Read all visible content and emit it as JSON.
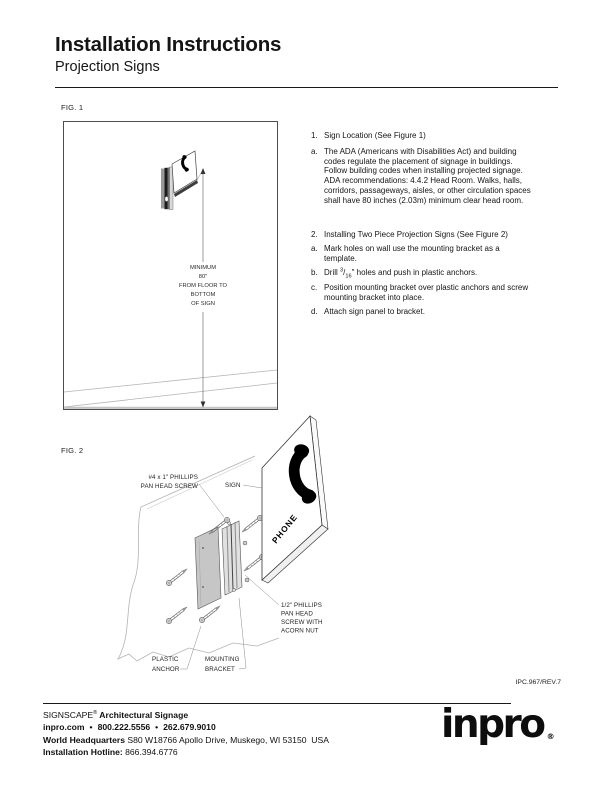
{
  "page": {
    "title": "Installation Instructions",
    "subtitle": "Projection Signs",
    "doc_code": "IPC.967/REV.7"
  },
  "fig1": {
    "label": "FIG. 1",
    "note_lines": [
      "MINIMUM",
      "80\"",
      "FROM FLOOR TO",
      "BOTTOM",
      "OF SIGN"
    ]
  },
  "fig2": {
    "label": "FIG. 2",
    "sign_text": "PHONE",
    "callouts": {
      "screw_top": [
        "#4 x 1\" PHILLIPS",
        "PAN HEAD SCREW"
      ],
      "sign": "SIGN",
      "screw_side": [
        "1/2\" PHILLIPS",
        "PAN HEAD",
        "SCREW WITH",
        "ACORN NUT"
      ],
      "anchor": [
        "PLASTIC",
        "ANCHOR"
      ],
      "bracket": [
        "MOUNTING",
        "BRACKET"
      ]
    }
  },
  "instructions": {
    "sections": [
      {
        "num": "1.",
        "title": "Sign Location (See Figure 1)",
        "items": [
          {
            "m": "a.",
            "text": "The ADA (Americans with Disabilities Act) and building\ncodes regulate the placement of signage in buildings.\nFollow building codes when installing projected signage.\nADA recommendations: 4.4.2 Head Room. Walks, halls,\ncorridors, passageways, aisles, or other circulation spaces\nshall have 80 inches (2.03m) minimum clear head room."
          }
        ]
      },
      {
        "num": "2.",
        "title": "Installing Two Piece Projection Signs (See Figure 2)",
        "items": [
          {
            "m": "a.",
            "text": "Mark holes on wall use the mounting bracket as a\ntemplate."
          },
          {
            "m": "b.",
            "pre": "Drill ",
            "frac_num": "3",
            "frac_slash": "/",
            "frac_den": "16",
            "post": "\" holes and push in plastic anchors."
          },
          {
            "m": "c.",
            "text": "Position mounting bracket over plastic anchors and screw\nmounting bracket into place."
          },
          {
            "m": "d.",
            "text": "Attach sign panel to bracket."
          }
        ]
      }
    ]
  },
  "footer": {
    "brand": "SIGNSCAPE",
    "reg": "®",
    "brand_suffix": " Architectural Signage",
    "website": "inpro.com",
    "bullet": "•",
    "phone1": "800.222.5556",
    "phone2": "262.679.9010",
    "hq_label": "World Headquarters",
    "hq_address": " S80 W18766 Apollo Drive, Muskego, WI 53150  USA",
    "hotline_label": "Installation Hotline:",
    "hotline_number": " 866.394.6776",
    "logo_text": "inpro"
  }
}
